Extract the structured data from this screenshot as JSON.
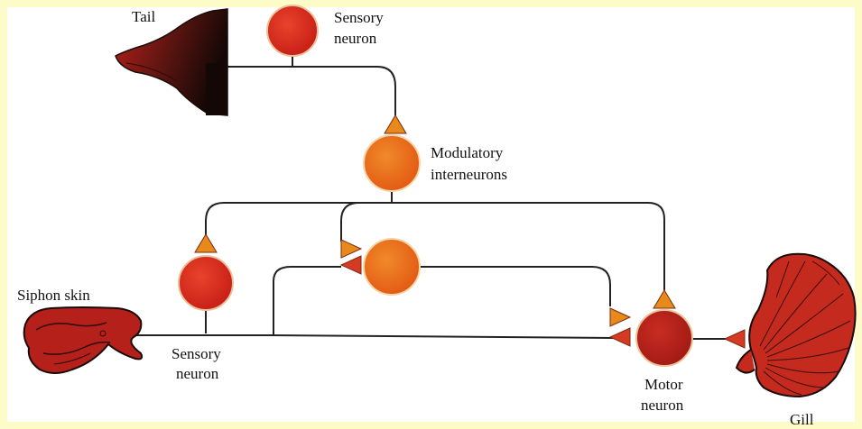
{
  "labels": {
    "tail": "Tail",
    "sensory_top_1": "Sensory",
    "sensory_top_2": "neuron",
    "modulatory_1": "Modulatory",
    "modulatory_2": "interneurons",
    "siphon_skin": "Siphon skin",
    "sensory_bottom_1": "Sensory",
    "sensory_bottom_2": "neuron",
    "motor_1": "Motor",
    "motor_2": "neuron",
    "gill": "Gill"
  },
  "colors": {
    "frame": "#fdfcc8",
    "red_neuron": "#d8261c",
    "orange_neuron": "#ea6a1a",
    "motor_neuron": "#b8231b",
    "terminal_orange": "#e8891c",
    "terminal_red": "#d63a22",
    "line": "#222222",
    "tissue_dark": "#1a0b08",
    "tissue_red": "#b5201a"
  }
}
